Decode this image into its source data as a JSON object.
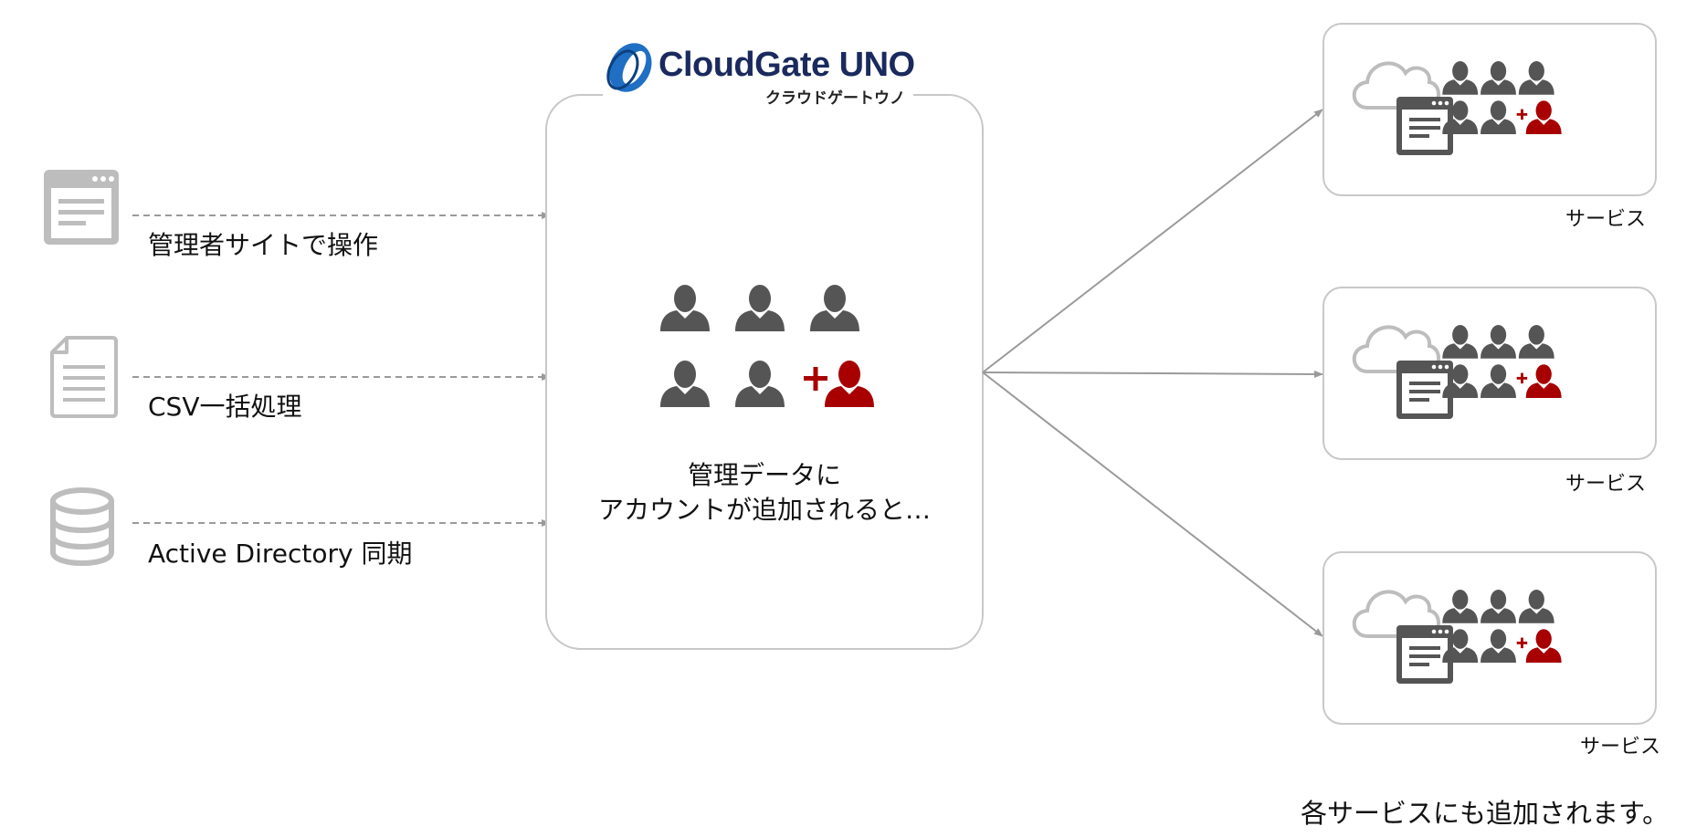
{
  "logo": {
    "name": "CloudGate UNO",
    "subtitle": "クラウドゲートウノ",
    "colors": {
      "text": "#1a2a5e",
      "accent": "#1f7ad1"
    }
  },
  "sources": [
    {
      "icon": "admin-site-window-icon",
      "label": "管理者サイトで操作"
    },
    {
      "icon": "csv-document-icon",
      "label": "CSV一括処理"
    },
    {
      "icon": "database-icon",
      "label": "Active Directory 同期"
    }
  ],
  "center": {
    "caption_line1": "管理データに",
    "caption_line2": "アカウントが追加されると…"
  },
  "services": [
    {
      "label": "サービス"
    },
    {
      "label": "サービス"
    },
    {
      "label": "サービス"
    }
  ],
  "footer": {
    "note": "各サービスにも追加されます。"
  },
  "colors": {
    "user": "#555555",
    "new_user": "#a80000",
    "icon_gray": "#bdbdbd",
    "box_border": "#c8c8c8",
    "arrow": "#9a9a9a"
  }
}
